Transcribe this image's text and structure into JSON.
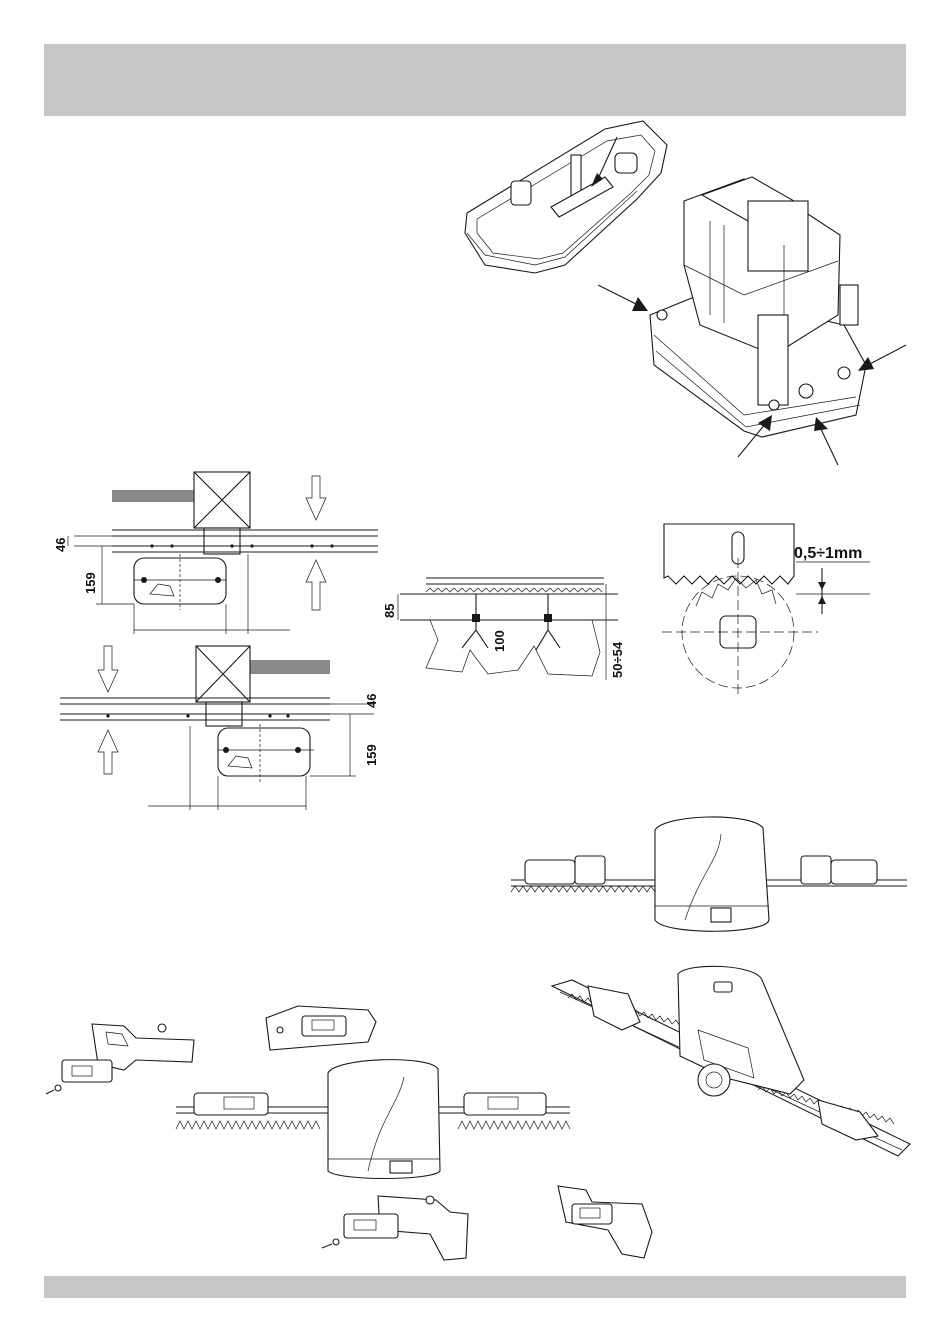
{
  "header": {
    "title": ""
  },
  "footer": {
    "text": ""
  },
  "figure_plan": {
    "dim_rail_offset": "46",
    "dim_depth": "159"
  },
  "figure_plan_mirrored": {
    "dim_rail_offset": "46",
    "dim_depth": "159"
  },
  "figure_rack_section": {
    "dim_height": "85",
    "dim_anchor": "100",
    "dim_range": "50÷54"
  },
  "figure_gear_clearance": {
    "dim_gap": "0,5÷1mm"
  },
  "colors": {
    "band": "#c7c7c7",
    "rail_bar": "#8a8a8a",
    "line": "#1a1a1a"
  }
}
